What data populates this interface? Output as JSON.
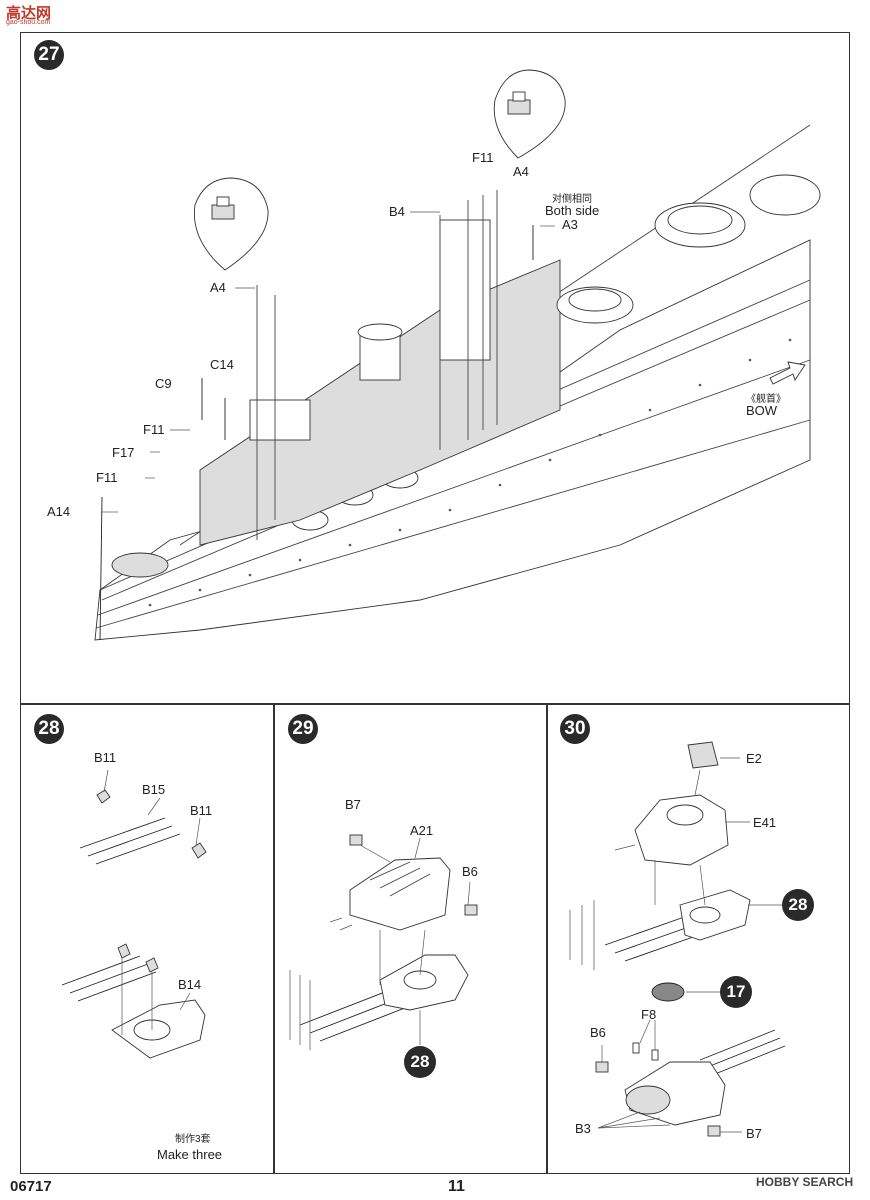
{
  "watermark_top": {
    "logo": "高达网",
    "sub": "gao-shou.com"
  },
  "steps": {
    "s27": {
      "number": "27",
      "labels": {
        "F11_top": "F11",
        "A4_right": "A4",
        "B4": "B4",
        "both_side_cn": "对侧相同",
        "both_side_en": "Both side",
        "A3": "A3",
        "A4_left": "A4",
        "C14": "C14",
        "C9": "C9",
        "F11_mid": "F11",
        "F17": "F17",
        "F11_low": "F11",
        "A14": "A14",
        "bow_cn": "《舰首》",
        "bow_en": "BOW"
      }
    },
    "s28": {
      "number": "28",
      "labels": {
        "B11_top": "B11",
        "B15": "B15",
        "B11_right": "B11",
        "B14": "B14",
        "make_cn": "制作3套",
        "make_en": "Make three"
      }
    },
    "s29": {
      "number": "29",
      "labels": {
        "B7": "B7",
        "A21": "A21",
        "B6": "B6",
        "ref": "28"
      }
    },
    "s30": {
      "number": "30",
      "labels": {
        "E2": "E2",
        "E41": "E41",
        "ref28": "28",
        "ref17": "17",
        "F8": "F8",
        "B6": "B6",
        "B3": "B3",
        "B7": "B7"
      }
    }
  },
  "footer": {
    "code": "06717",
    "page": "11",
    "watermark": "HOBBY SEARCH"
  }
}
